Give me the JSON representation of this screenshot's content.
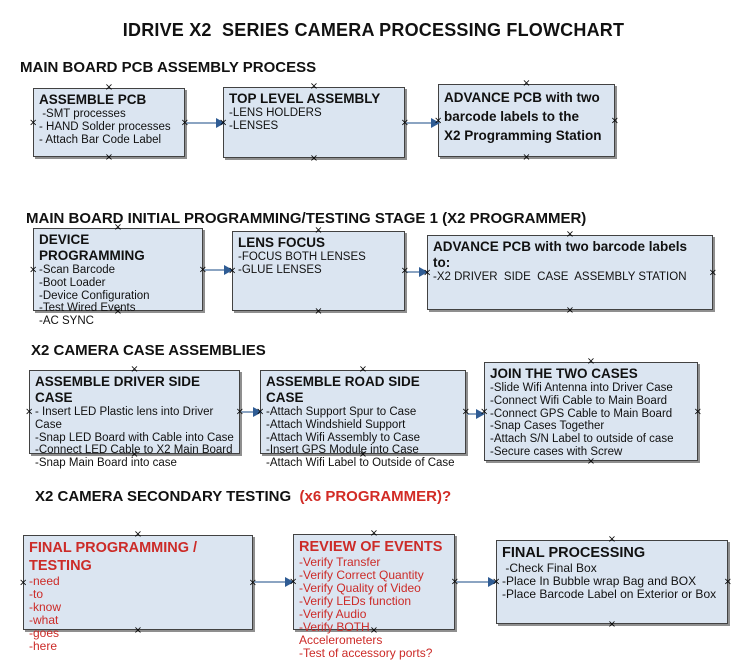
{
  "title": "IDRIVE X2  SERIES CAMERA PROCESSING FLOWCHART",
  "colors": {
    "box_fill": "#dbe5f1",
    "box_border": "#424242",
    "arrow_line": "#8ba4c2",
    "arrow_head": "#2f5c94",
    "red_text": "#cc2b28",
    "black_text": "#111111"
  },
  "sections": [
    {
      "heading": "MAIN BOARD PCB ASSEMBLY PROCESS",
      "heading_suffix": "",
      "boxes": [
        {
          "title": "ASSEMBLE PCB",
          "items": [
            " -SMT processes",
            "- HAND Solder processes",
            "- Attach Bar Code Label"
          ]
        },
        {
          "title": "TOP LEVEL ASSEMBLY",
          "items": [
            "-LENS HOLDERS",
            "-LENSES"
          ]
        },
        {
          "title": "ADVANCE PCB with two\nbarcode labels to the\n X2 Programming Station",
          "items": []
        }
      ]
    },
    {
      "heading": "MAIN BOARD INITIAL PROGRAMMING/TESTING STAGE 1 (X2 PROGRAMMER)",
      "heading_suffix": "",
      "boxes": [
        {
          "title": "DEVICE PROGRAMMING",
          "items": [
            "-Scan Barcode",
            "-Boot Loader",
            "-Device Configuration",
            "-Test Wired Events",
            "-AC SYNC"
          ]
        },
        {
          "title": "LENS FOCUS",
          "items": [
            "-FOCUS BOTH LENSES",
            "-GLUE LENSES"
          ]
        },
        {
          "title": "ADVANCE PCB with two barcode labels to:",
          "items": [
            "-X2 DRIVER  SIDE  CASE  ASSEMBLY STATION"
          ]
        }
      ]
    },
    {
      "heading": "X2 CAMERA CASE ASSEMBLIES",
      "heading_suffix": "",
      "boxes": [
        {
          "title": "ASSEMBLE DRIVER SIDE CASE",
          "items": [
            "- Insert LED Plastic lens into Driver Case",
            "-Snap LED Board with Cable into Case",
            "-Connect LED Cable to X2 Main Board",
            "-Snap Main Board into case"
          ]
        },
        {
          "title": "ASSEMBLE ROAD SIDE CASE",
          "items": [
            "-Attach Support Spur to Case",
            "-Attach Windshield Support",
            "-Attach Wifi Assembly to Case",
            "-Insert GPS Module into Case",
            "-Attach Wifi Label to Outside of Case"
          ]
        },
        {
          "title": "JOIN THE TWO CASES",
          "items": [
            "-Slide Wifi Antenna into Driver Case",
            "-Connect Wifi Cable to Main Board",
            "-Connect GPS Cable to Main Board",
            "-Snap Cases Together",
            "-Attach S/N Label to outside of case",
            "-Secure cases with Screw"
          ]
        }
      ]
    },
    {
      "heading": "X2 CAMERA SECONDARY TESTING ",
      "heading_suffix": " (x6 PROGRAMMER)?",
      "boxes": [
        {
          "title": "FINAL PROGRAMMING / TESTING",
          "items": [
            "-need",
            "-to",
            "-know",
            "-what",
            "-goes",
            "-here"
          ]
        },
        {
          "title": "REVIEW OF EVENTS",
          "items": [
            "-Verify Transfer",
            "-Verify Correct Quantity",
            "-Verify Quality of Video",
            "-Verify LEDs function",
            "-Verify Audio",
            "-Verify BOTH Accelerometers",
            "-Test of accessory ports?"
          ]
        },
        {
          "title": "FINAL PROCESSING",
          "items": [
            " -Check Final Box",
            "-Place In Bubble wrap Bag and BOX",
            "-Place Barcode Label on Exterior or Box"
          ]
        }
      ]
    }
  ]
}
